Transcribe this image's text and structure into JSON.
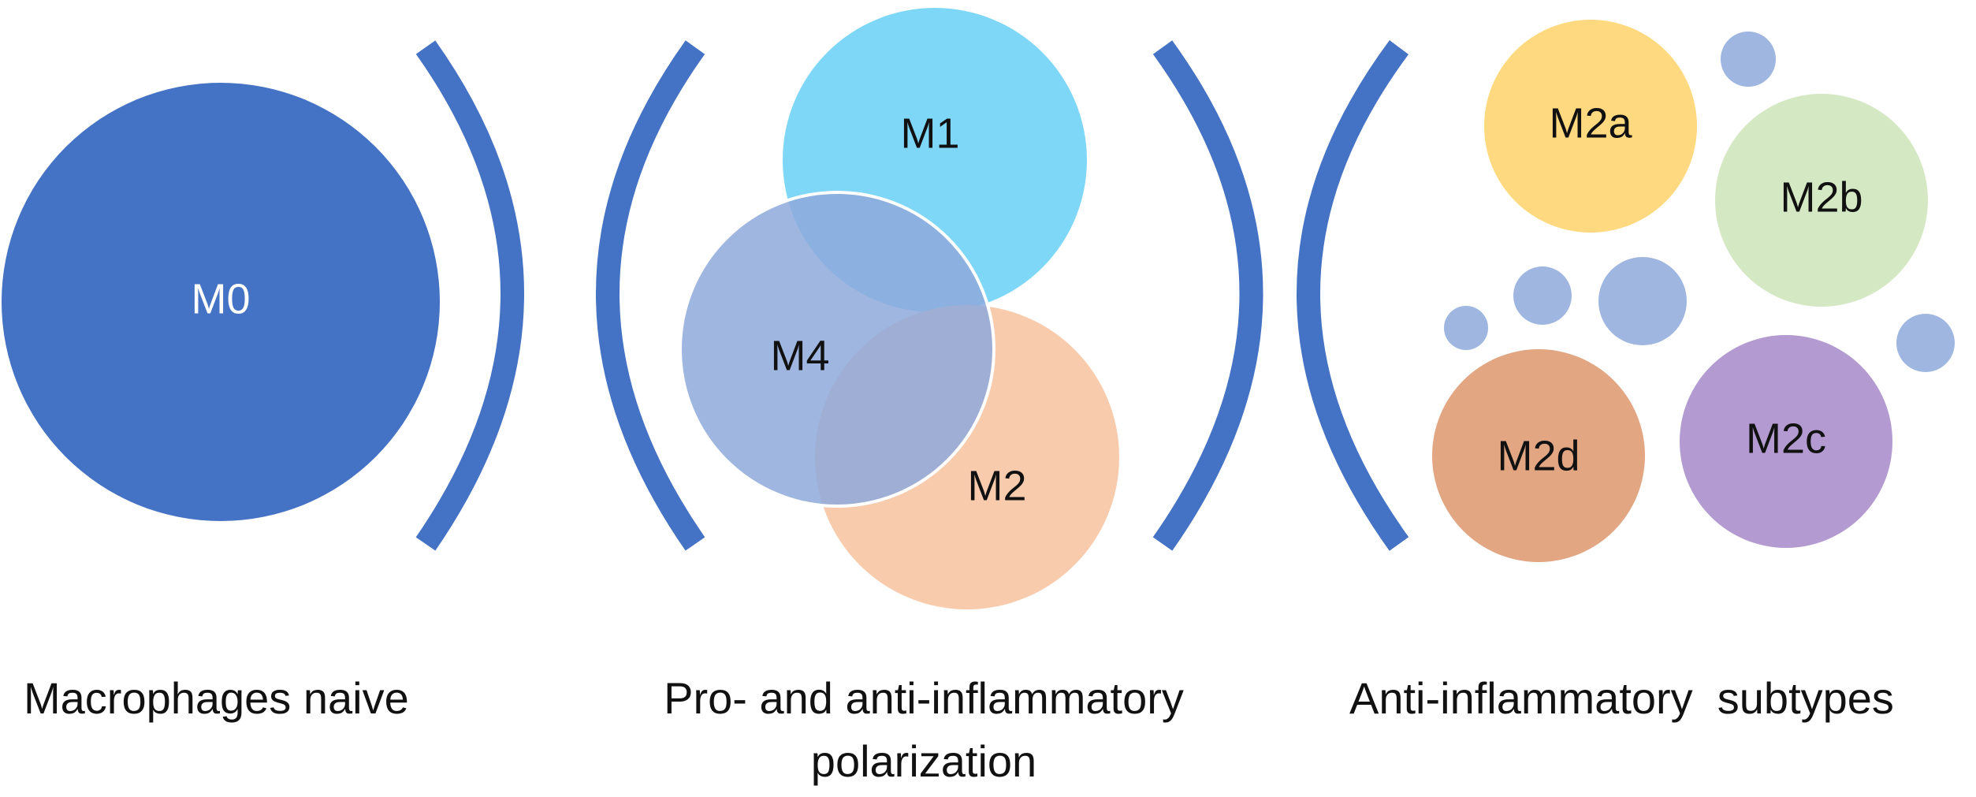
{
  "diagram": {
    "nodes": {
      "m0": {
        "label": "M0",
        "fill": "#4472C4",
        "text_color": "#FFFFFF"
      },
      "m1": {
        "label": "M1",
        "fill": "#7FD7F7",
        "text_color": "#111111"
      },
      "m2": {
        "label": "M2",
        "fill": "#F8CBAD",
        "text_color": "#111111"
      },
      "m4": {
        "label": "M4",
        "fill": "#8EA9DB",
        "text_color": "#111111"
      },
      "m2a": {
        "label": "M2a",
        "fill": "#FFD97F",
        "text_color": "#111111"
      },
      "m2b": {
        "label": "M2b",
        "fill": "#D5E8C4",
        "text_color": "#111111"
      },
      "m2c": {
        "label": "M2c",
        "fill": "#B39BD1",
        "text_color": "#111111"
      },
      "m2d": {
        "label": "M2d",
        "fill": "#E2A683",
        "text_color": "#111111"
      }
    },
    "bracket_color": "#4472C4",
    "small_dot_color": "#9FB6E0",
    "captions": {
      "naive": "Macrophages naive",
      "polarization_line1": "Pro- and anti-inflammatory",
      "polarization_line2": "polarization",
      "subtypes": "Anti-inflammatory  subtypes"
    }
  }
}
